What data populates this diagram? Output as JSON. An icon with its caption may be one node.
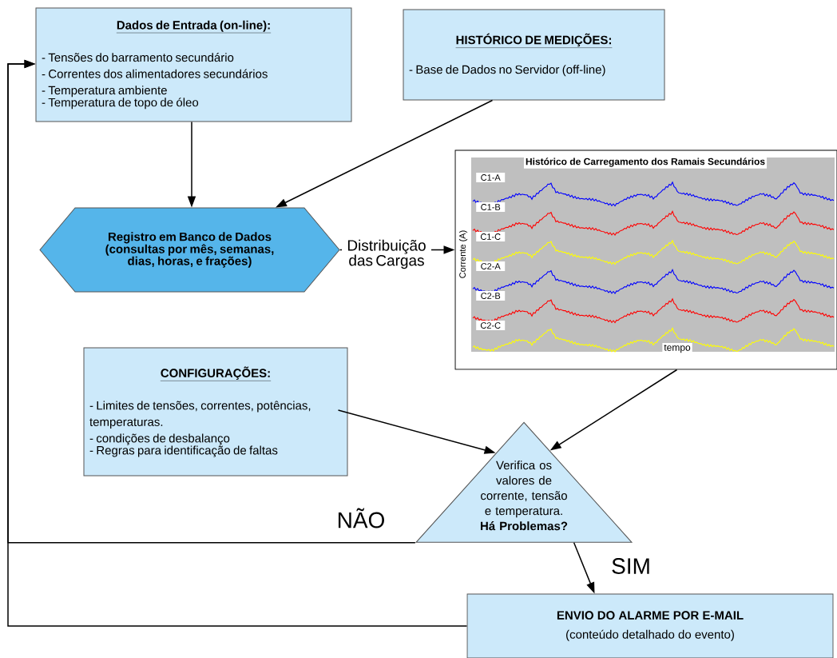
{
  "diagram": {
    "nodes": [
      {
        "text": [
          "Dados de Entrada (on-line):",
          "- Tensões do barramento secundário",
          "- Correntes dos alimentadores secundários",
          "- Temperatura ambiente",
          "- Temperatura de topo de óleo"
        ]
      },
      {
        "text": [
          "HISTÓRICO DE MEDIÇÕES:",
          "- Base de Dados no Servidor (off-line)"
        ]
      },
      {
        "text": [
          "Registro em Banco de Dados (consultas por mês, semanas, dias, horas, e frações)"
        ]
      },
      {
        "text": [
          "Histórico de Carregamento dos Ramais Secundários",
          "C1-A",
          "C1-B",
          "C1-C",
          "C2-A",
          "C2-B",
          "C2-C",
          "Corrente (A)",
          "tempo"
        ]
      },
      {
        "text": [
          "CONFIGURAÇÕES:",
          "- Limites de tensões, correntes, potências, temperaturas.",
          "- condições de desbalanço",
          "- Regras para identificação de faltas"
        ]
      },
      {
        "text": [
          "Verifica os valores de corrente, tensão e temperatura. **Há Problemas?**"
        ]
      },
      {
        "text": [
          "ENVIO DO ALARME POR E-MAIL",
          "(conteúdo detalhado do evento)"
        ]
      }
    ],
    "edges": [
      {
        "from": 0,
        "to": 2,
        "arrow": "to"
      },
      {
        "from": 1,
        "to": 2,
        "arrow": "to"
      },
      {
        "from": 2,
        "to": 3,
        "arrow": "to",
        "label": "Distribuição das Cargas"
      },
      {
        "from": 3,
        "to": 5,
        "arrow": "to"
      },
      {
        "from": 4,
        "to": 5,
        "arrow": "to"
      },
      {
        "from": 5,
        "to": 0,
        "arrow": "to",
        "label": "NÃO"
      },
      {
        "from": 5,
        "to": 6,
        "arrow": "to",
        "label": "SIM"
      },
      {
        "from": 6,
        "to": 0,
        "arrow": "to"
      }
    ]
  }
}
